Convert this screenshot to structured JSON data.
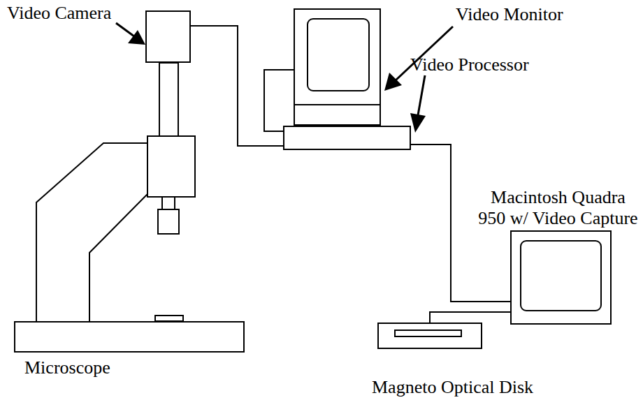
{
  "diagram": {
    "nodes": [
      {
        "text": [
          "Video Camera"
        ]
      },
      {
        "text": [
          "Video Monitor"
        ]
      },
      {
        "text": [
          "Video Processor"
        ]
      },
      {
        "text": [
          "Macintosh Quadra 950 w/ Video Capture"
        ]
      },
      {
        "text": [
          "Microscope"
        ]
      },
      {
        "text": [
          "Magneto Optical Disk"
        ]
      }
    ],
    "edges": [
      {
        "from": 0,
        "to": 2,
        "arrow": "none"
      },
      {
        "from": 1,
        "to": 2,
        "arrow": "none"
      },
      {
        "from": 2,
        "to": 3,
        "arrow": "none"
      },
      {
        "from": 3,
        "to": 5,
        "arrow": "none"
      }
    ]
  }
}
